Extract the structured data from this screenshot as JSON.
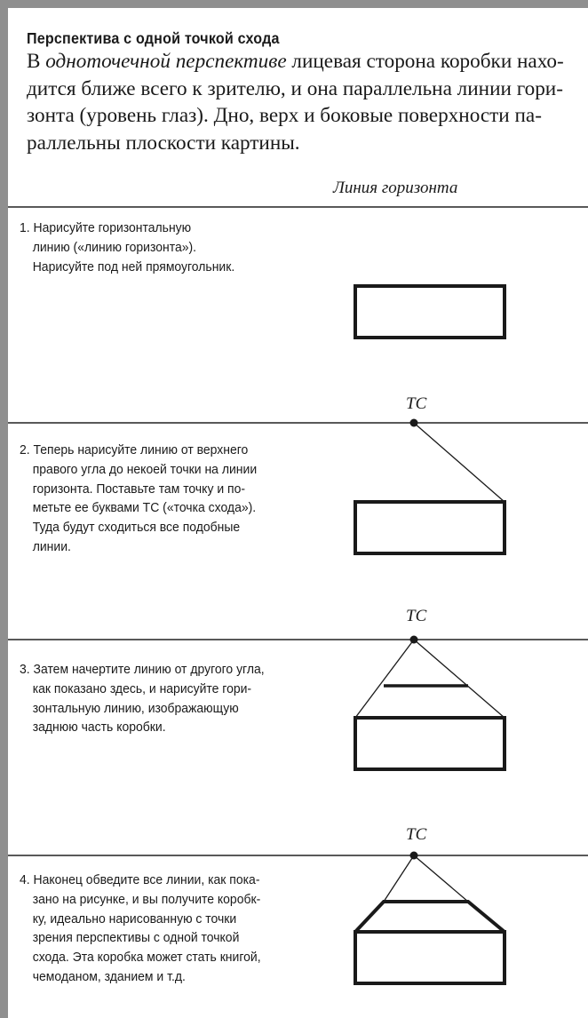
{
  "heading": "Перспектива с одной точкой схода",
  "intro": {
    "line1_prefix": "В ",
    "line1_italic": "одноточечной перспективе",
    "line1_suffix": " лицевая сторона коробки нахо-",
    "line2": "дится ближе всего к зрителю, и она параллельна линии гори-",
    "line3": "зонта (уровень глаз). Дно, верх и боковые поверхности па-",
    "line4": "раллельны плоскости картины."
  },
  "horizon_caption": "Линия горизонта",
  "vanishing_point_label": "ТС",
  "steps": [
    {
      "lines": [
        "1. Нарисуйте горизонтальную",
        "линию («линию горизонта»).",
        "Нарисуйте под ней прямоугольник."
      ]
    },
    {
      "lines": [
        "2. Теперь нарисуйте линию от верхнего",
        "правого угла до некоей точки на линии",
        "горизонта. Поставьте там точку и по-",
        "метьте ее буквами ТС («точка схода»).",
        "Туда будут сходиться все подобные",
        "линии."
      ]
    },
    {
      "lines": [
        "3. Затем начертите линию от другого угла,",
        "как показано здесь, и нарисуйте гори-",
        "зонтальную линию, изображающую",
        "заднюю часть коробки."
      ]
    },
    {
      "lines": [
        "4. Наконец обведите все линии, как пока-",
        "зано на рисунке, и вы получите коробк-",
        "ку, идеально нарисованную с точки",
        "зрения перспективы с одной точкой",
        "схода. Эта коробка может стать книгой,",
        "чемоданом, зданием и т.д."
      ]
    }
  ]
}
